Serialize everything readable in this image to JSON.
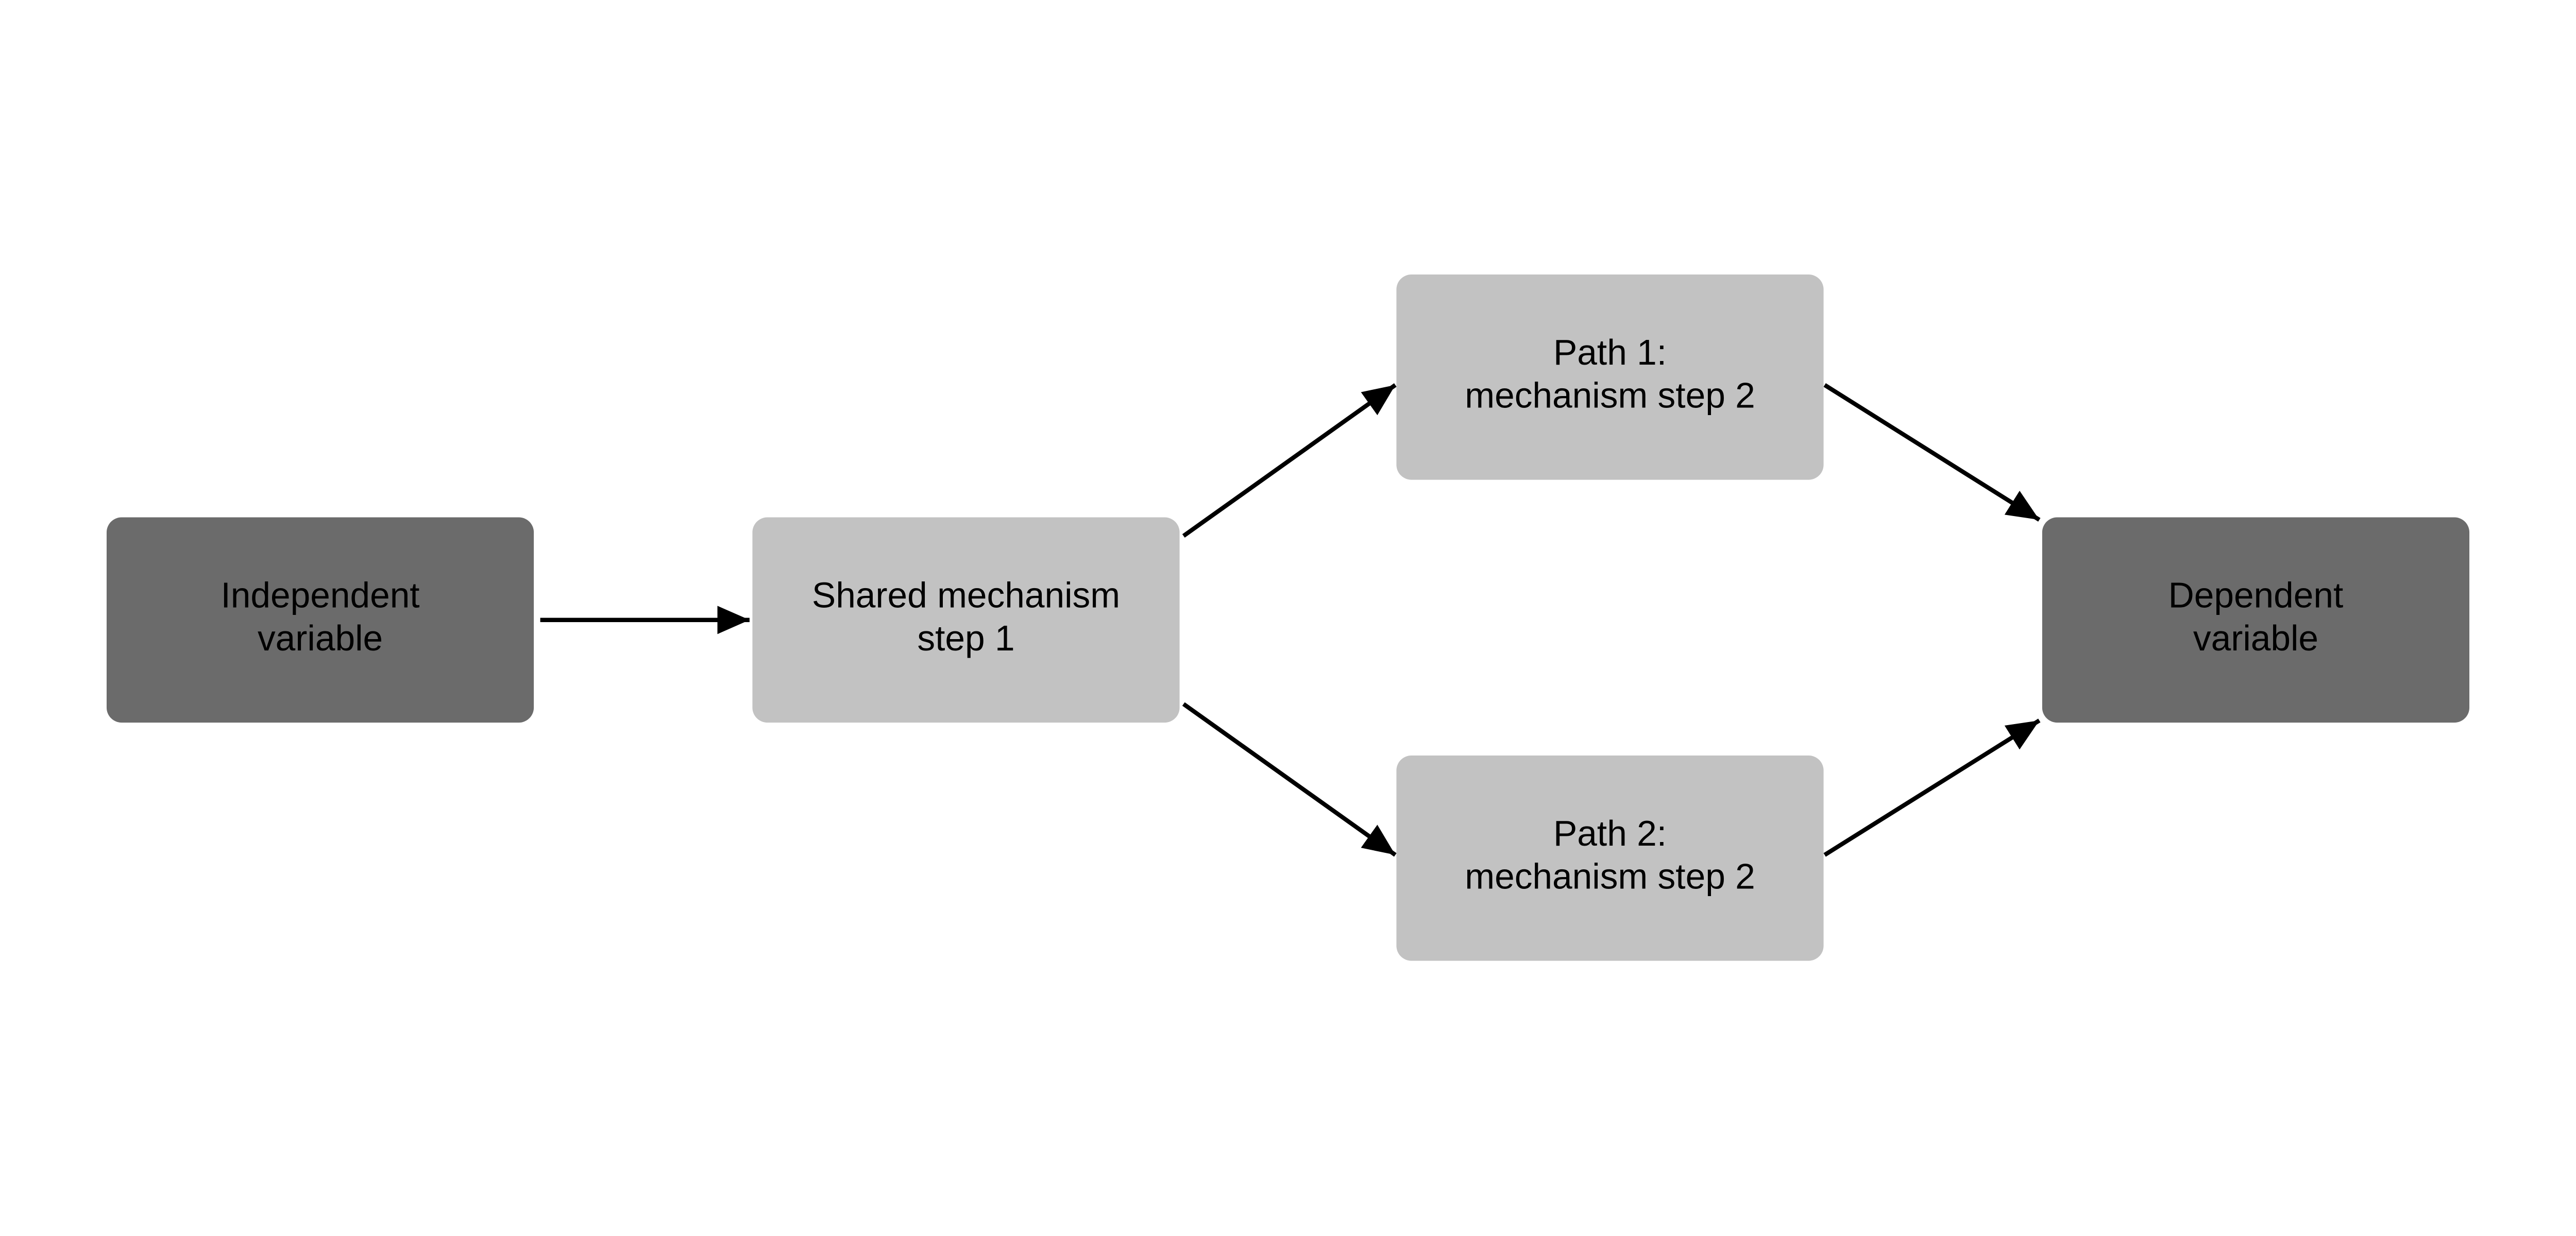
{
  "diagram": {
    "background_color": "#ffffff",
    "node_fill_dark": "#6b6b6b",
    "node_fill_light": "#c2c2c2",
    "arrow_color": "#000000",
    "text_color": "#000000",
    "nodes": [
      {
        "id": "independent-variable",
        "line1": "Independent",
        "line2": "variable",
        "variant": "dark"
      },
      {
        "id": "shared-mechanism",
        "line1": "Shared mechanism",
        "line2": "step 1",
        "variant": "light"
      },
      {
        "id": "path-1",
        "line1": "Path 1:",
        "line2": "mechanism step 2",
        "variant": "light"
      },
      {
        "id": "path-2",
        "line1": "Path 2:",
        "line2": "mechanism step 2",
        "variant": "light"
      },
      {
        "id": "dependent-variable",
        "line1": "Dependent",
        "line2": "variable",
        "variant": "dark"
      }
    ],
    "edges": [
      {
        "from": "independent-variable",
        "to": "shared-mechanism"
      },
      {
        "from": "shared-mechanism",
        "to": "path-1"
      },
      {
        "from": "shared-mechanism",
        "to": "path-2"
      },
      {
        "from": "path-1",
        "to": "dependent-variable"
      },
      {
        "from": "path-2",
        "to": "dependent-variable"
      }
    ]
  }
}
